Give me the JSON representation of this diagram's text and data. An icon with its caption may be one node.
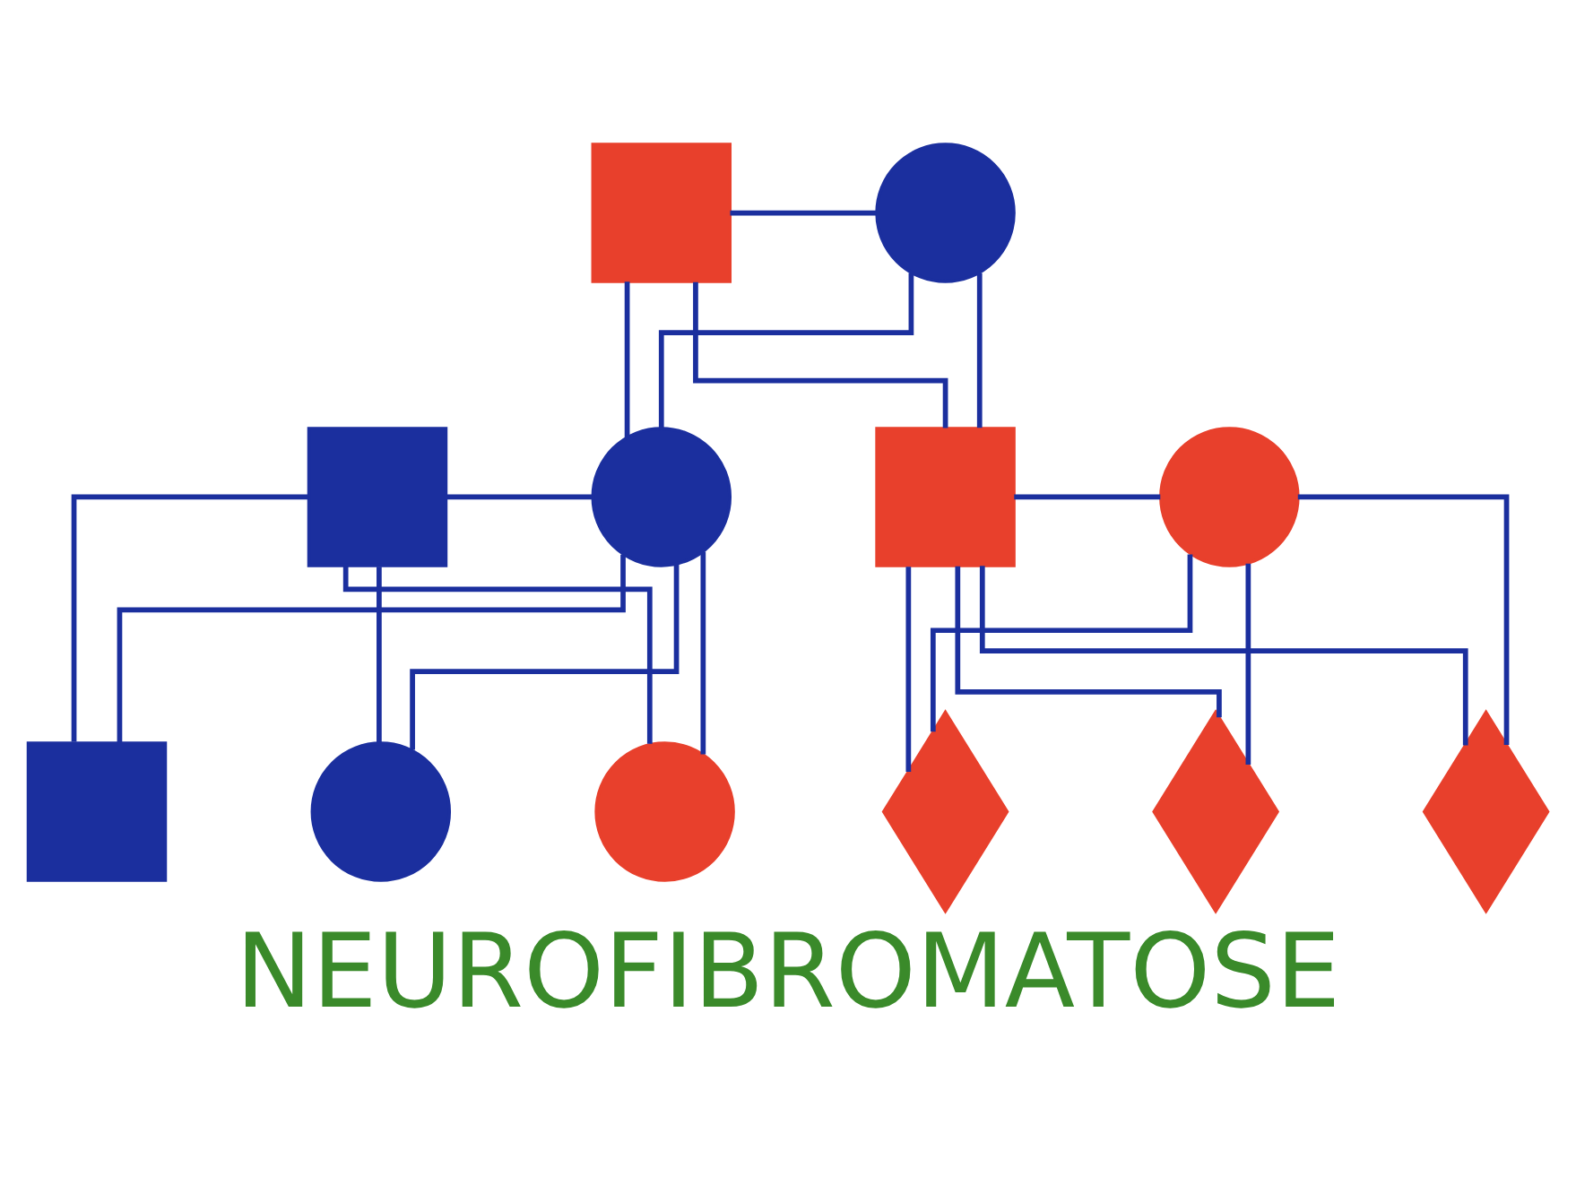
{
  "diagram": {
    "title": "NEUROFIBROMATOSE",
    "nodes": [
      {
        "text": [],
        "shape": "box"
      },
      {
        "text": [],
        "shape": "circle"
      },
      {
        "text": [],
        "shape": "box"
      },
      {
        "text": [],
        "shape": "circle"
      },
      {
        "text": [],
        "shape": "box"
      },
      {
        "text": [],
        "shape": "circle"
      },
      {
        "text": [],
        "shape": "box"
      },
      {
        "text": [],
        "shape": "circle"
      },
      {
        "text": [],
        "shape": "circle"
      },
      {
        "text": [],
        "shape": "diamond"
      },
      {
        "text": [],
        "shape": "diamond"
      },
      {
        "text": [],
        "shape": "diamond"
      }
    ],
    "edges": [
      {
        "from": 0,
        "to": 1,
        "arrow": "none"
      },
      {
        "from": 0,
        "to": 3,
        "arrow": "none"
      },
      {
        "from": 0,
        "to": 4,
        "arrow": "none"
      },
      {
        "from": 1,
        "to": 3,
        "arrow": "none"
      },
      {
        "from": 1,
        "to": 4,
        "arrow": "none"
      },
      {
        "from": 2,
        "to": 3,
        "arrow": "none"
      },
      {
        "from": 4,
        "to": 5,
        "arrow": "none"
      },
      {
        "from": 2,
        "to": 6,
        "arrow": "none"
      },
      {
        "from": 2,
        "to": 7,
        "arrow": "none"
      },
      {
        "from": 2,
        "to": 8,
        "arrow": "none"
      },
      {
        "from": 3,
        "to": 6,
        "arrow": "none"
      },
      {
        "from": 3,
        "to": 7,
        "arrow": "none"
      },
      {
        "from": 3,
        "to": 8,
        "arrow": "none"
      },
      {
        "from": 4,
        "to": 9,
        "arrow": "none"
      },
      {
        "from": 4,
        "to": 10,
        "arrow": "none"
      },
      {
        "from": 4,
        "to": 11,
        "arrow": "none"
      },
      {
        "from": 5,
        "to": 9,
        "arrow": "none"
      },
      {
        "from": 5,
        "to": 10,
        "arrow": "none"
      },
      {
        "from": 5,
        "to": 11,
        "arrow": "none"
      }
    ]
  }
}
